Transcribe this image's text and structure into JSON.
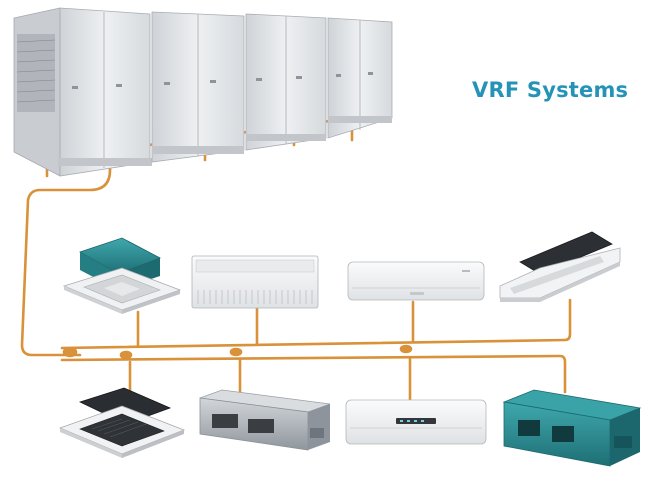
{
  "title": "VRF Systems",
  "colors": {
    "pipe": "#d9913a",
    "title": "#2593b8",
    "outdoor_body": "#e3e6e9",
    "unit_white": "#f4f5f6",
    "dark_panel": "#2a2d31",
    "teal_body": "#2a8e94",
    "steel": "#b5bac0"
  },
  "outdoor_units": [
    {
      "name": "outdoor-unit-1"
    },
    {
      "name": "outdoor-unit-2"
    },
    {
      "name": "outdoor-unit-3"
    },
    {
      "name": "outdoor-unit-4"
    }
  ],
  "indoor_units_top": [
    {
      "name": "cassette-unit-teal",
      "type": "cassette-teal"
    },
    {
      "name": "ceiling-floor-unit",
      "type": "ceiling-floor"
    },
    {
      "name": "wall-mounted-unit",
      "type": "wall"
    },
    {
      "name": "one-way-cassette-unit",
      "type": "one-way-cassette"
    }
  ],
  "indoor_units_bottom": [
    {
      "name": "cassette-unit-dark",
      "type": "cassette-dark"
    },
    {
      "name": "ducted-unit-steel",
      "type": "duct-steel"
    },
    {
      "name": "wall-mounted-unit-display",
      "type": "wall-display"
    },
    {
      "name": "ducted-unit-teal",
      "type": "duct-teal"
    }
  ]
}
